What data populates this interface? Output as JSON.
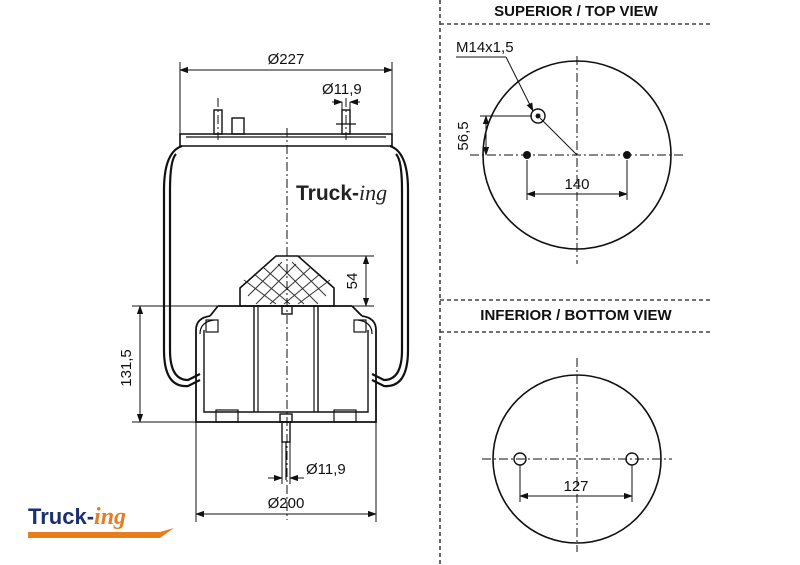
{
  "views": {
    "top_title": "SUPERIOR / TOP VIEW",
    "bottom_title": "INFERIOR / BOTTOM VIEW"
  },
  "dimensions": {
    "top_diameter": "Ø227",
    "stud_top": "Ø11,9",
    "height_54": "54",
    "height_131": "131,5",
    "stud_bottom": "Ø11,9",
    "base_diameter": "Ø200",
    "thread": "M14x1,5",
    "offset_56": "56,5",
    "spacing_top": "140",
    "spacing_bottom": "127"
  },
  "watermark": {
    "part1": "Truck-",
    "part2": "ing"
  },
  "logo": {
    "part1": "Truck-",
    "part2": "ing",
    "color_primary": "#1c2f6e",
    "color_accent": "#e67d1e"
  }
}
